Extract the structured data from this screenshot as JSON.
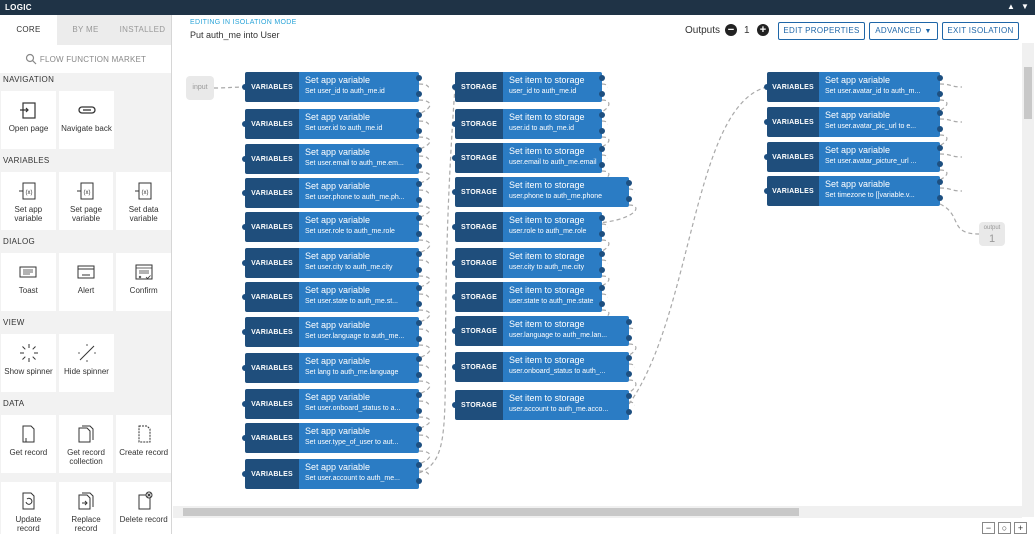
{
  "window": {
    "title": "LOGIC"
  },
  "sidebar": {
    "tabs": [
      {
        "label": "CORE"
      },
      {
        "label": "BY ME"
      },
      {
        "label": "INSTALLED"
      }
    ],
    "search_label": "FLOW FUNCTION MARKET",
    "categories": [
      {
        "title": "NAVIGATION",
        "items": [
          {
            "label": "Open page",
            "icon": "open-page-icon"
          },
          {
            "label": "Navigate back",
            "icon": "navigate-back-icon"
          }
        ]
      },
      {
        "title": "VARIABLES",
        "items": [
          {
            "label": "Set app variable",
            "icon": "set-app-variable-icon"
          },
          {
            "label": "Set page variable",
            "icon": "set-page-variable-icon"
          },
          {
            "label": "Set data variable",
            "icon": "set-data-variable-icon"
          }
        ]
      },
      {
        "title": "DIALOG",
        "items": [
          {
            "label": "Toast",
            "icon": "toast-icon"
          },
          {
            "label": "Alert",
            "icon": "alert-icon"
          },
          {
            "label": "Confirm",
            "icon": "confirm-icon"
          }
        ]
      },
      {
        "title": "VIEW",
        "items": [
          {
            "label": "Show spinner",
            "icon": "show-spinner-icon"
          },
          {
            "label": "Hide spinner",
            "icon": "hide-spinner-icon"
          }
        ]
      },
      {
        "title": "DATA",
        "items": [
          {
            "label": "Get record",
            "icon": "get-record-icon"
          },
          {
            "label": "Get record collection",
            "icon": "get-record-collection-icon"
          },
          {
            "label": "Create record",
            "icon": "create-record-icon"
          }
        ]
      },
      {
        "title": "",
        "items": [
          {
            "label": "Update record",
            "icon": "update-record-icon"
          },
          {
            "label": "Replace record",
            "icon": "replace-record-icon"
          },
          {
            "label": "Delete record",
            "icon": "delete-record-icon"
          }
        ]
      }
    ]
  },
  "header": {
    "mode": "EDITING IN ISOLATION MODE",
    "flow_name": "Put auth_me into User",
    "outputs_label": "Outputs",
    "outputs_count": "1",
    "buttons": {
      "edit_properties": "EDIT PROPERTIES",
      "advanced": "ADVANCED",
      "exit_isolation": "EXIT ISOLATION"
    }
  },
  "flow": {
    "input_label": "input",
    "output_label": "output",
    "output_number": "1",
    "col1": [
      {
        "tag": "VARIABLES",
        "title": "Set app variable",
        "sub": "Set user_id to auth_me.id"
      },
      {
        "tag": "VARIABLES",
        "title": "Set app variable",
        "sub": "Set user.id to auth_me.id"
      },
      {
        "tag": "VARIABLES",
        "title": "Set app variable",
        "sub": "Set user.email to auth_me.em..."
      },
      {
        "tag": "VARIABLES",
        "title": "Set app variable",
        "sub": "Set user.phone to auth_me.ph..."
      },
      {
        "tag": "VARIABLES",
        "title": "Set app variable",
        "sub": "Set user.role to auth_me.role"
      },
      {
        "tag": "VARIABLES",
        "title": "Set app variable",
        "sub": "Set user.city to auth_me.city"
      },
      {
        "tag": "VARIABLES",
        "title": "Set app variable",
        "sub": "Set user.state to auth_me.st..."
      },
      {
        "tag": "VARIABLES",
        "title": "Set app variable",
        "sub": "Set user.language to auth_me..."
      },
      {
        "tag": "VARIABLES",
        "title": "Set app variable",
        "sub": "Set lang to auth_me.language"
      },
      {
        "tag": "VARIABLES",
        "title": "Set app variable",
        "sub": "Set user.onboard_status to a..."
      },
      {
        "tag": "VARIABLES",
        "title": "Set app variable",
        "sub": "Set user.type_of_user to aut..."
      },
      {
        "tag": "VARIABLES",
        "title": "Set app variable",
        "sub": "Set user.account to auth_me..."
      }
    ],
    "col2": [
      {
        "tag": "STORAGE",
        "title": "Set item to storage",
        "sub": "user_id to auth_me.id"
      },
      {
        "tag": "STORAGE",
        "title": "Set item to storage",
        "sub": "user.id to auth_me.id"
      },
      {
        "tag": "STORAGE",
        "title": "Set item to storage",
        "sub": "user.email to auth_me.email"
      },
      {
        "tag": "STORAGE",
        "title": "Set item to storage",
        "sub": "user.phone to auth_me.phone"
      },
      {
        "tag": "STORAGE",
        "title": "Set item to storage",
        "sub": "user.role to auth_me.role"
      },
      {
        "tag": "STORAGE",
        "title": "Set item to storage",
        "sub": "user.city to auth_me.city"
      },
      {
        "tag": "STORAGE",
        "title": "Set item to storage",
        "sub": "user.state to auth_me.state"
      },
      {
        "tag": "STORAGE",
        "title": "Set item to storage",
        "sub": "user.language to auth_me.lan..."
      },
      {
        "tag": "STORAGE",
        "title": "Set item to storage",
        "sub": "user.onboard_status to auth_..."
      },
      {
        "tag": "STORAGE",
        "title": "Set item to storage",
        "sub": "user.account to auth_me.acco..."
      }
    ],
    "col3": [
      {
        "tag": "VARIABLES",
        "title": "Set app variable",
        "sub": "Set user.avatar_id to auth_m..."
      },
      {
        "tag": "VARIABLES",
        "title": "Set app variable",
        "sub": "Set user.avatar_pic_url to e..."
      },
      {
        "tag": "VARIABLES",
        "title": "Set app variable",
        "sub": "Set user.avatar_picture_url ..."
      },
      {
        "tag": "VARIABLES",
        "title": "Set app variable",
        "sub": "Set timezone to [[variable.v..."
      }
    ]
  },
  "zoom": {
    "out": "−",
    "reset": "○",
    "in": "+"
  }
}
